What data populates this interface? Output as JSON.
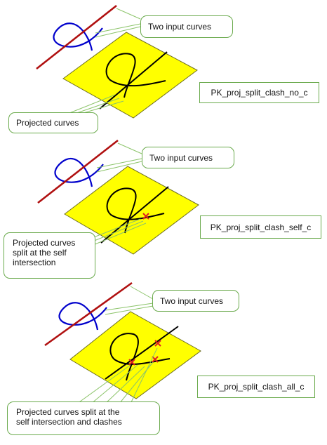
{
  "colors": {
    "plane_fill": "#ffff00",
    "plane_edge": "#6e6e20",
    "input_curve_blue": "#0000cc",
    "input_line_red": "#b01010",
    "projected_curve": "#000000",
    "leader_line": "#8cc46a",
    "callout_border": "#6aaa4c",
    "split_marker": "#e02020"
  },
  "panels": [
    {
      "input_label": "Two input curves",
      "function_name": "PK_proj_split_clash_no_c",
      "projected_label": "Projected curves",
      "split_points": []
    },
    {
      "input_label": "Two input curves",
      "function_name": "PK_proj_split_clash_self_c",
      "projected_label": "Projected curves\nsplit at the self\nintersection",
      "split_points": [
        "self-intersection"
      ]
    },
    {
      "input_label": "Two input curves",
      "function_name": "PK_proj_split_clash_all_c",
      "projected_label": "Projected curves split at the\nself intersection and clashes",
      "split_points": [
        "self-intersection",
        "clash",
        "clash"
      ]
    }
  ]
}
